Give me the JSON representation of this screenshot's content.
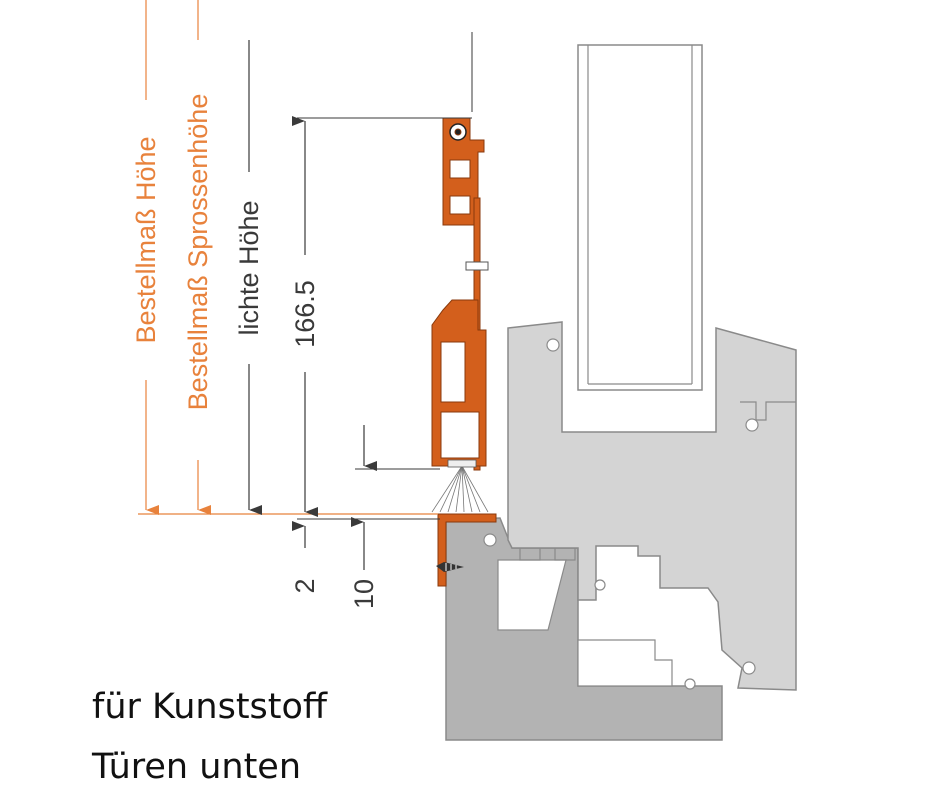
{
  "colors": {
    "orange": "#e8823c",
    "dark": "#3a3a3a",
    "profile_light": "#d4d4d4",
    "profile_dark": "#b0b0b0",
    "profile_stroke": "#8a8a8a",
    "seal": "#d35f1c"
  },
  "dimensions": {
    "order_height": "Bestellmaß Höhe",
    "muntin_order_height": "Bestellmaß Sprossenhöhe",
    "clear_height": "lichte Höhe",
    "profile_height": "166.5",
    "gap_small": "2",
    "gap_brush": "10"
  },
  "caption": {
    "line1": "für Kunststoff",
    "line2": "Türen unten"
  }
}
